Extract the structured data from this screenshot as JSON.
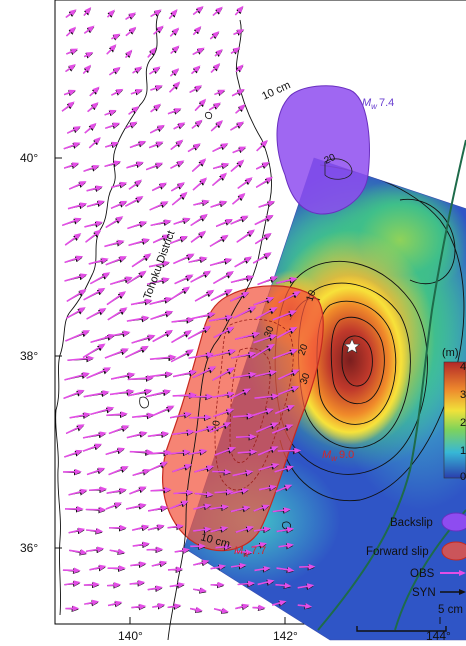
{
  "map": {
    "lat_ticks": [
      "40°",
      "38°",
      "36°"
    ],
    "lon_ticks": [
      "140°",
      "142°",
      "144°"
    ],
    "region_label": "Tohoku District",
    "events": {
      "backslip": {
        "mag_prefix": "M",
        "mag_sub": "w",
        "mag_value": "7.4",
        "contour": "10 cm",
        "contour_inner": "20"
      },
      "mainshock": {
        "mag_prefix": "M",
        "mag_sub": "w",
        "mag_value": "9.0"
      },
      "forward": {
        "mag_prefix": "M",
        "mag_sub": "w",
        "mag_value": "7.7",
        "contour": "10 cm"
      }
    },
    "slip_contour_labels": [
      "10",
      "30",
      "20",
      "30",
      "20"
    ],
    "colorbar": {
      "unit": "(m)",
      "ticks": [
        "4",
        "3",
        "2",
        "1",
        "0"
      ]
    },
    "legend": {
      "backslip": "Backslip",
      "forward_slip": "Forward slip",
      "obs": "OBS",
      "syn": "SYN",
      "scale": "5 cm"
    },
    "colors": {
      "backslip_fill": "#8e4cf0",
      "forward_fill": "#f2553f",
      "obs_arrow": "#e34ee6",
      "syn_arrow": "#111111",
      "trench": "#1e6b4a",
      "forward_label": "#d2262a",
      "backslip_label": "#6a3fd0"
    }
  }
}
